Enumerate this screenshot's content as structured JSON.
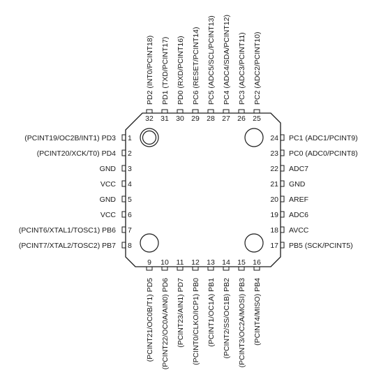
{
  "package": {
    "stroke_color": "#1a1a1a",
    "text_color": "#1a1a1a",
    "background": "#ffffff"
  },
  "pins": {
    "left": [
      {
        "num": "1",
        "label": "(PCINT19/OC2B/INT1) PD3"
      },
      {
        "num": "2",
        "label": "(PCINT20/XCK/T0) PD4"
      },
      {
        "num": "3",
        "label": "GND"
      },
      {
        "num": "4",
        "label": "VCC"
      },
      {
        "num": "5",
        "label": "GND"
      },
      {
        "num": "6",
        "label": "VCC"
      },
      {
        "num": "7",
        "label": "(PCINT6/XTAL1/TOSC1) PB6"
      },
      {
        "num": "8",
        "label": "(PCINT7/XTAL2/TOSC2) PB7"
      }
    ],
    "bottom": [
      {
        "num": "9",
        "label": "(PCINT21/OC0B/T1) PD5"
      },
      {
        "num": "10",
        "label": "(PCINT22/OC0A/AIN0) PD6"
      },
      {
        "num": "11",
        "label": "(PCINT23/AIN1) PD7"
      },
      {
        "num": "12",
        "label": "(PCINT0/CLKO/ICP1) PB0"
      },
      {
        "num": "13",
        "label": "(PCINT1/OC1A) PB1"
      },
      {
        "num": "14",
        "label": "(PCINT2/SS/OC1B) PB2"
      },
      {
        "num": "15",
        "label": "(PCINT3/OC2A/MOSI) PB3"
      },
      {
        "num": "16",
        "label": "(PCINT4/MISO) PB4"
      }
    ],
    "right": [
      {
        "num": "17",
        "label": "PB5 (SCK/PCINT5)"
      },
      {
        "num": "18",
        "label": "AVCC"
      },
      {
        "num": "19",
        "label": "ADC6"
      },
      {
        "num": "20",
        "label": "AREF"
      },
      {
        "num": "21",
        "label": "GND"
      },
      {
        "num": "22",
        "label": "ADC7"
      },
      {
        "num": "23",
        "label": "PC0 (ADC0/PCINT8)"
      },
      {
        "num": "24",
        "label": "PC1 (ADC1/PCINT9)"
      }
    ],
    "top": [
      {
        "num": "25",
        "label": "PC2 (ADC2/PCINT10)"
      },
      {
        "num": "26",
        "label": "PC3 (ADC3/PCINT11)"
      },
      {
        "num": "27",
        "label": "PC4 (ADC4/SDA/PCINT12)"
      },
      {
        "num": "28",
        "label": "PC5 (ADC5/SCL/PCINT13)"
      },
      {
        "num": "29",
        "label": "PC6 (RESET/PCINT14)"
      },
      {
        "num": "30",
        "label": "PD0 (RXD/PCINT16)"
      },
      {
        "num": "31",
        "label": "PD1 (TXD/PCINT17)"
      },
      {
        "num": "32",
        "label": "PD2 (INT0/PCINT18)"
      }
    ]
  }
}
